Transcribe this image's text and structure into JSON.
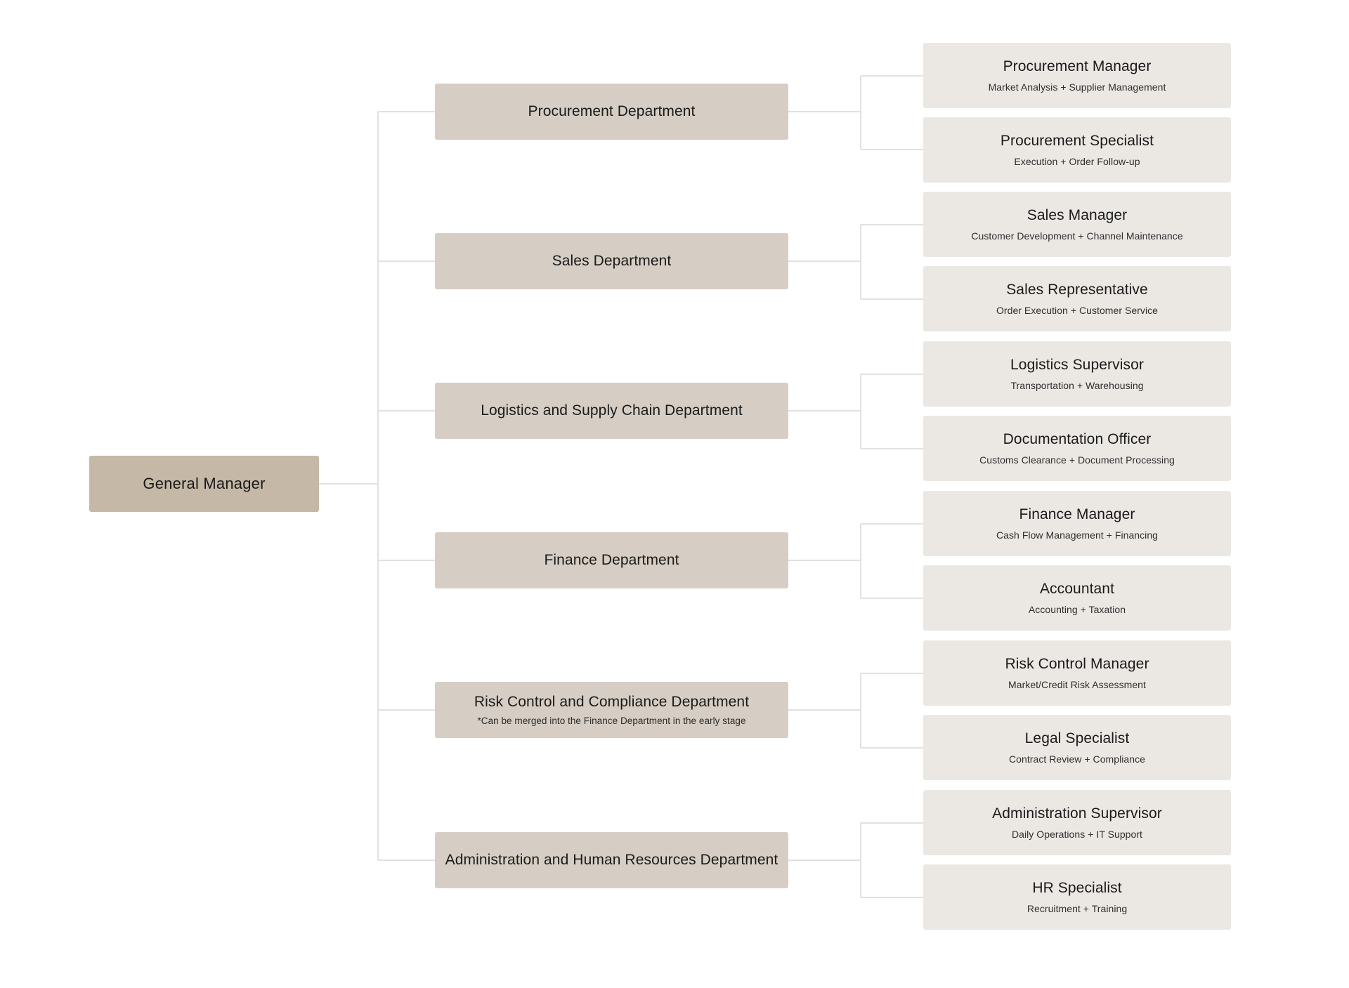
{
  "diagram": {
    "type": "organization-chart",
    "orientation": "left-to-right",
    "colors": {
      "root_fill": "#c5b8a7",
      "department_fill": "#d6cec4",
      "role_fill": "#ebe8e4",
      "connector": "#e3e1de",
      "background": "#ffffff",
      "text": "#1a1a1a"
    }
  },
  "root": {
    "label": "General Manager"
  },
  "departments": [
    {
      "id": "procurement",
      "label": "Procurement Department",
      "note": "",
      "roles": [
        {
          "title": "Procurement Manager",
          "duties": "Market Analysis + Supplier Management"
        },
        {
          "title": "Procurement Specialist",
          "duties": "Execution + Order Follow-up"
        }
      ]
    },
    {
      "id": "sales",
      "label": "Sales Department",
      "note": "",
      "roles": [
        {
          "title": "Sales Manager",
          "duties": "Customer Development + Channel Maintenance"
        },
        {
          "title": "Sales Representative",
          "duties": "Order Execution + Customer Service"
        }
      ]
    },
    {
      "id": "logistics",
      "label": "Logistics and Supply Chain Department",
      "note": "",
      "roles": [
        {
          "title": "Logistics Supervisor",
          "duties": "Transportation + Warehousing"
        },
        {
          "title": "Documentation Officer",
          "duties": "Customs Clearance + Document Processing"
        }
      ]
    },
    {
      "id": "finance",
      "label": "Finance Department",
      "note": "",
      "roles": [
        {
          "title": "Finance Manager",
          "duties": "Cash Flow Management + Financing"
        },
        {
          "title": "Accountant",
          "duties": "Accounting + Taxation"
        }
      ]
    },
    {
      "id": "risk-control",
      "label": "Risk Control and Compliance Department",
      "note": "*Can be merged into the Finance Department in the early stage",
      "roles": [
        {
          "title": "Risk Control Manager",
          "duties": "Market/Credit Risk Assessment"
        },
        {
          "title": "Legal Specialist",
          "duties": "Contract Review + Compliance"
        }
      ]
    },
    {
      "id": "admin-hr",
      "label": "Administration and Human Resources Department",
      "note": "",
      "roles": [
        {
          "title": "Administration Supervisor",
          "duties": "Daily Operations + IT Support"
        },
        {
          "title": "HR Specialist",
          "duties": "Recruitment + Training"
        }
      ]
    }
  ]
}
